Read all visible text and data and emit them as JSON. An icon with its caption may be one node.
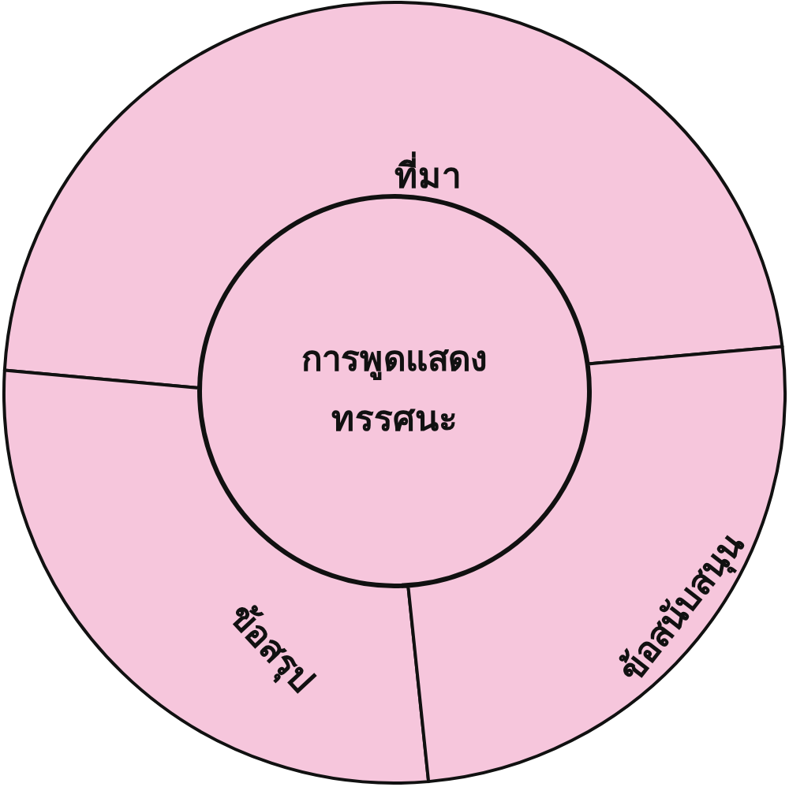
{
  "diagram": {
    "nodes": [
      {
        "text": [
          "ที่มา"
        ]
      },
      {
        "text": [
          "การพูดแสดงทรรศนะ"
        ]
      },
      {
        "text": [
          "ข้อสรุป"
        ]
      },
      {
        "text": [
          "ข้อสนับสนุน"
        ]
      }
    ]
  }
}
